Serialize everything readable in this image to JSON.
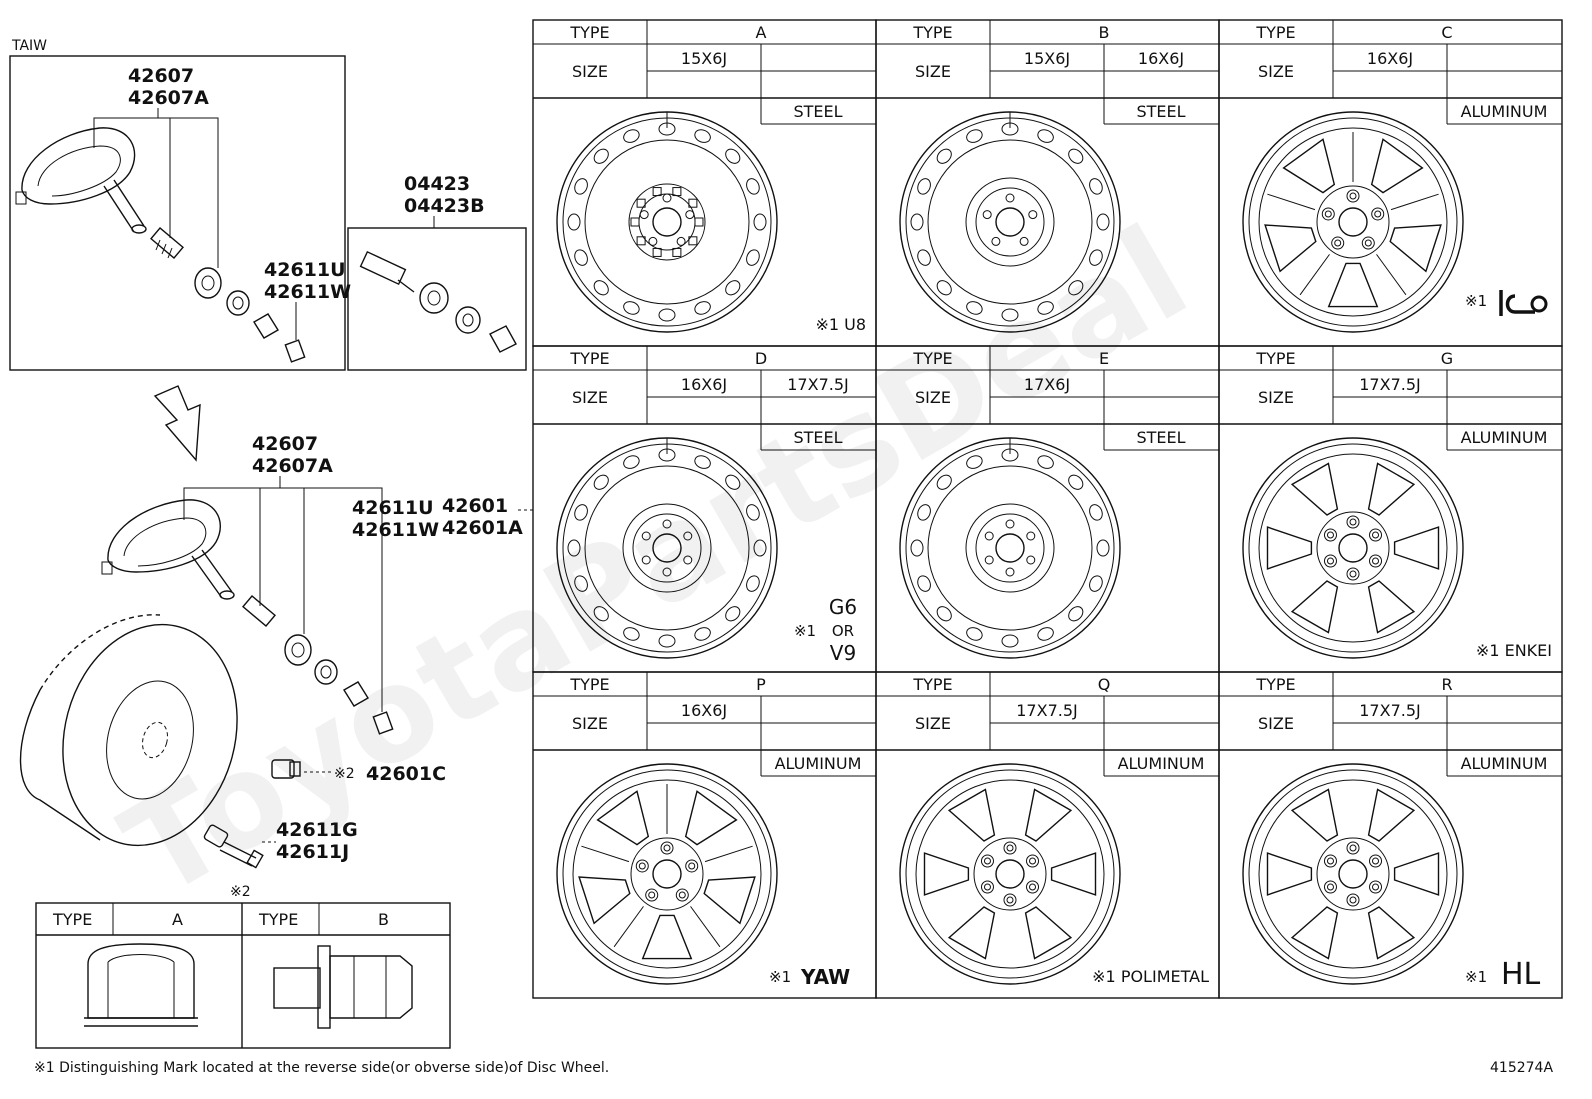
{
  "sensor_group_label": "TAIW",
  "sensor_top": {
    "parts": [
      "42607",
      "42607A"
    ]
  },
  "valve_top": {
    "parts": [
      "42611U",
      "42611W"
    ]
  },
  "valve_set_top": {
    "parts": [
      "04423",
      "04423B"
    ]
  },
  "sensor_bottom": {
    "parts": [
      "42607",
      "42607A"
    ]
  },
  "valve_bottom": {
    "parts": [
      "42611U",
      "42611W"
    ]
  },
  "disc_wheel": {
    "parts": [
      "42601",
      "42601A"
    ]
  },
  "hub_nut": {
    "note": "※2",
    "part": "42601C"
  },
  "valve_stem": {
    "parts": [
      "42611G",
      "42611J"
    ]
  },
  "nut_table": {
    "title": "※2",
    "type_label": "TYPE",
    "columns": [
      {
        "type": "A"
      },
      {
        "type": "B"
      }
    ]
  },
  "wheel_table": {
    "type_label": "TYPE",
    "size_label": "SIZE",
    "cells": [
      {
        "type": "A",
        "sizes": [
          "15X6J",
          ""
        ],
        "material": "STEEL",
        "style": "steel1",
        "mark_note": "※1",
        "mark": "U8"
      },
      {
        "type": "B",
        "sizes": [
          "15X6J",
          "16X6J"
        ],
        "material": "STEEL",
        "style": "steel2",
        "mark_note": "",
        "mark": ""
      },
      {
        "type": "C",
        "sizes": [
          "16X6J",
          ""
        ],
        "material": "ALUMINUM",
        "style": "alloyC",
        "mark_note": "※1",
        "mark": ""
      },
      {
        "type": "D",
        "sizes": [
          "16X6J",
          "17X7.5J"
        ],
        "material": "STEEL",
        "style": "steel6",
        "mark_note": "※1",
        "mark": "G6",
        "mark_or": "OR",
        "mark_alt": "V9"
      },
      {
        "type": "E",
        "sizes": [
          "17X6J",
          ""
        ],
        "material": "STEEL",
        "style": "steel6b",
        "mark_note": "",
        "mark": ""
      },
      {
        "type": "G",
        "sizes": [
          "17X7.5J",
          ""
        ],
        "material": "ALUMINUM",
        "style": "alloy6",
        "mark_note": "※1",
        "mark": "ENKEI"
      },
      {
        "type": "P",
        "sizes": [
          "16X6J",
          ""
        ],
        "material": "ALUMINUM",
        "style": "alloyP",
        "mark_note": "※1",
        "mark": "YAW"
      },
      {
        "type": "Q",
        "sizes": [
          "17X7.5J",
          ""
        ],
        "material": "ALUMINUM",
        "style": "alloy6",
        "mark_note": "※1",
        "mark": "POLIMETAL"
      },
      {
        "type": "R",
        "sizes": [
          "17X7.5J",
          ""
        ],
        "material": "ALUMINUM",
        "style": "alloy6",
        "mark_note": "※1",
        "mark": "HL"
      }
    ]
  },
  "footnote": "※1 Distinguishing Mark located at the reverse side(or obverse side)of Disc Wheel.",
  "diagram_code": "415274A",
  "watermark": "ToyotaPartsDeal"
}
